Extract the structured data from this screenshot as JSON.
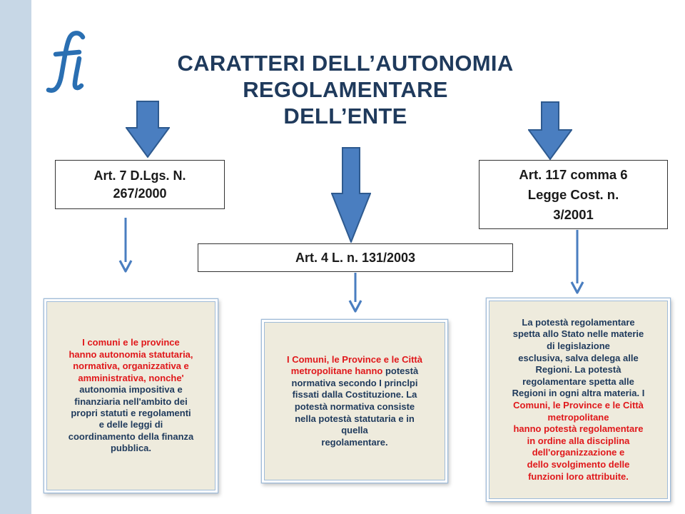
{
  "colors": {
    "title": "#1f3a5c",
    "arrow_fill": "#4a7ec0",
    "arrow_stroke": "#2e5a8f",
    "box_fill": "#eeebdd",
    "box_border": "#9fbbd8",
    "red_text": "#e0181b",
    "navy_text": "#1f3a5c",
    "side_band": "#c7d7e6"
  },
  "logo": {
    "icon": "fi-ligature-logo",
    "text": "fi"
  },
  "title": {
    "line1": "CARATTERI DELL’AUTONOMIA",
    "line2": "REGOLAMENTARE",
    "line3": "DELL’ENTE"
  },
  "boxes": {
    "left": {
      "line1": "Art. 7 D.Lgs. N.",
      "line2": "267/2000"
    },
    "middle": {
      "text": "Art. 4 L. n. 131/2003"
    },
    "right": {
      "line1": "Art. 117 comma 6",
      "line2": "Legge Cost. n.",
      "line3": "3/2001"
    }
  },
  "descriptions": {
    "left": {
      "l1": "I comuni e le province",
      "l2": "hanno autonomia statutaria,",
      "l3": "normativa, organizzativa e",
      "l4": "amministrativa, nonche'",
      "l5": "autonomia impositiva e",
      "l6": "finanziaria nell'ambito dei",
      "l7": "propri statuti e regolamenti",
      "l8": "e delle leggi di",
      "l9": "coordinamento della finanza",
      "l10": "pubblica."
    },
    "middle": {
      "l1": "I Comuni, le Province e le Città",
      "l2a": "metropolitane hanno",
      "l2b": " potestà",
      "l3": "normativa secondo I princlpi",
      "l4": "fissati dalla Costituzione. La",
      "l5": "potestà normativa consiste",
      "l6": "nella potestà statutaria e in",
      "l7": "quella",
      "l8": "regolamentare."
    },
    "right": {
      "l1": "La potestà regolamentare",
      "l2": "spetta allo Stato nelle materie",
      "l3": "di legislazione",
      "l4": "esclusiva, salva delega alle",
      "l5": "Regioni. La potestà",
      "l6": "regolamentare spetta alle",
      "l7a": "Regioni in ogni altra materia.",
      "l7b": " I",
      "l8": "Comuni, le Province e le Città",
      "l9": "metropolitane",
      "l10": "hanno potestà regolamentare",
      "l11": "in ordine alla disciplina",
      "l12": "dell'organizzazione e",
      "l13": "dello svolgimento delle",
      "l14": "funzioni loro attribuite."
    }
  }
}
